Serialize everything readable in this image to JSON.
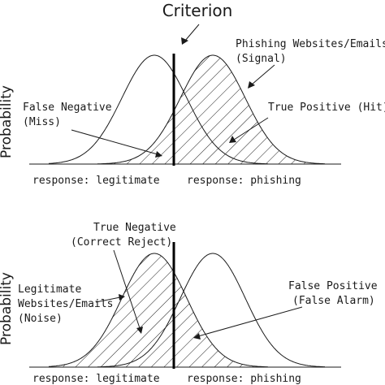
{
  "title": "Criterion",
  "colors": {
    "ink": "#1a1a1a",
    "criterion": "#000000",
    "background": "#ffffff"
  },
  "top_panel": {
    "ylabel": "Probability",
    "signal_label_1": "Phishing Websites/Emails",
    "signal_label_2": "(Signal)",
    "miss_label_1": "False Negative",
    "miss_label_2": "(Miss)",
    "hit_label": "True Positive (Hit)",
    "response_left": "response: legitimate",
    "response_right": "response: phishing"
  },
  "bottom_panel": {
    "ylabel": "Probability",
    "cr_label_1": "True Negative",
    "cr_label_2": "(Correct Reject)",
    "noise_label_1": "Legitimate",
    "noise_label_2": "Websites/Emails",
    "noise_label_3": "(Noise)",
    "fa_label_1": "False Positive",
    "fa_label_2": "(False Alarm)",
    "response_left": "response: legitimate",
    "response_right": "response: phishing"
  }
}
